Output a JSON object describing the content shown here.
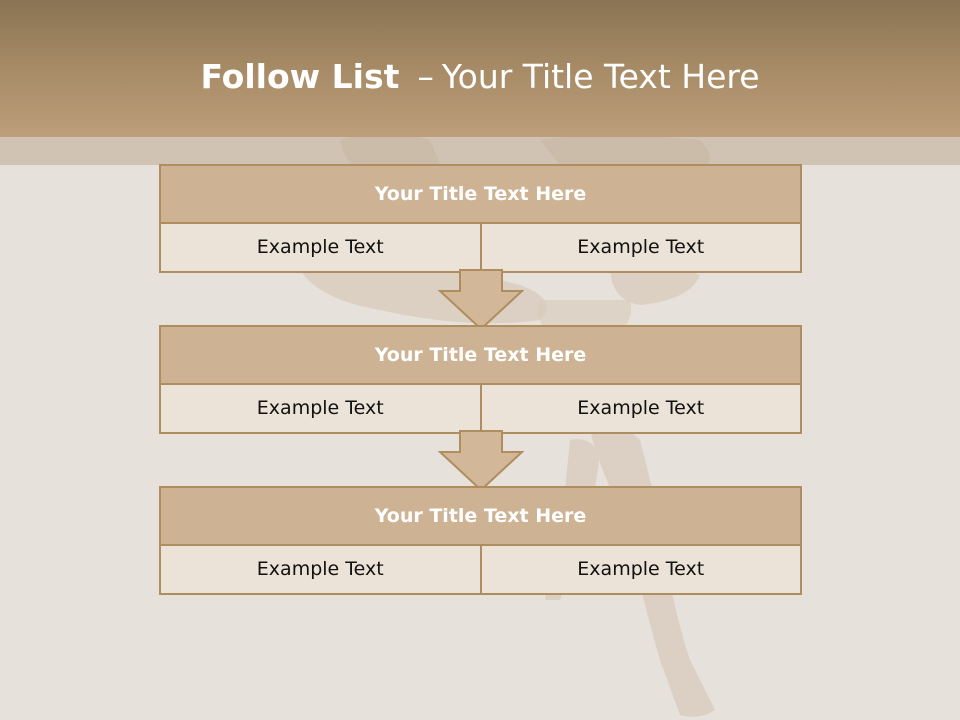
{
  "slide": {
    "title_bold": "Follow List",
    "title_dash": "–",
    "title_rest": "Your Title Text Here"
  },
  "blocks": [
    {
      "title": "Your Title Text Here",
      "left": "Example Text",
      "right": "Example Text"
    },
    {
      "title": "Your Title Text Here",
      "left": "Example Text",
      "right": "Example Text"
    },
    {
      "title": "Your Title Text Here",
      "left": "Example Text",
      "right": "Example Text"
    }
  ],
  "colors": {
    "header": "#a98d68",
    "block_title_fill": "#cdb394",
    "block_row_fill": "#ebe2d8",
    "border": "#b08d5e",
    "arrow_fill": "#d2b799"
  }
}
